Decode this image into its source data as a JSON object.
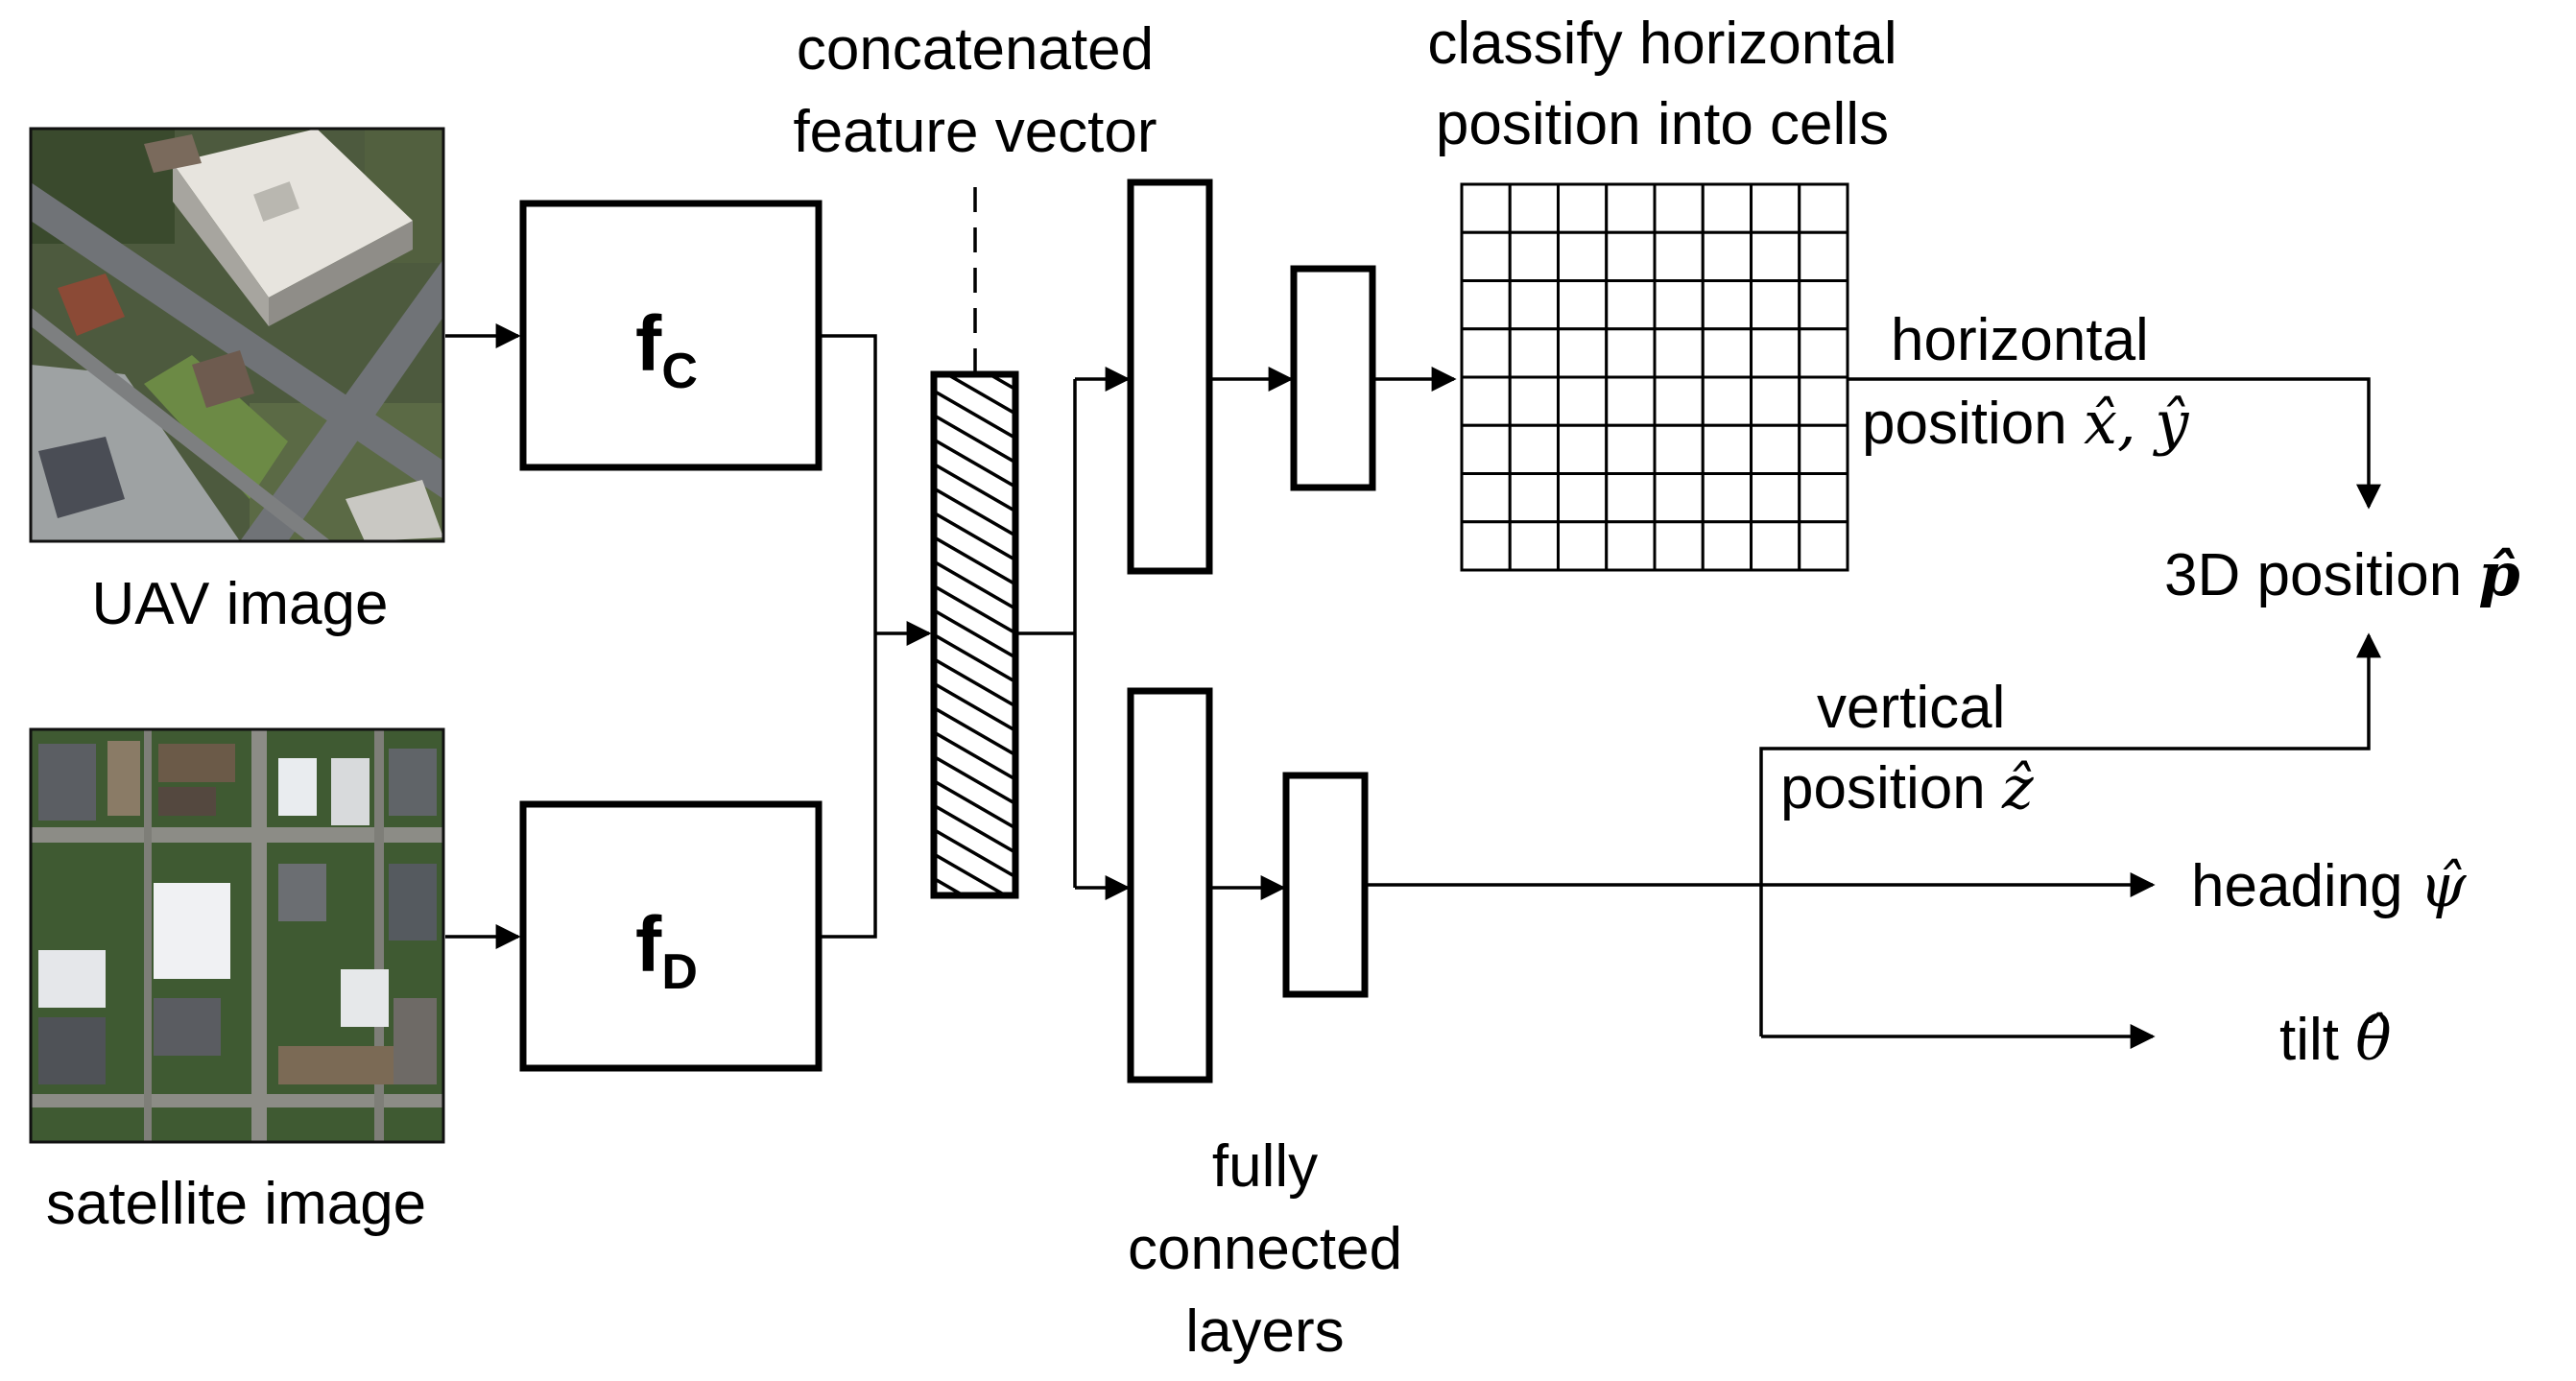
{
  "inputs": {
    "uav_label": "UAV image",
    "satellite_label": "satellite image"
  },
  "encoders": {
    "fc_main": "f",
    "fc_sub": "C",
    "fd_main": "f",
    "fd_sub": "D"
  },
  "concat": {
    "line1": "concatenated",
    "line2": "feature vector"
  },
  "fc_layers": {
    "line1": "fully",
    "line2": "connected",
    "line3": "layers"
  },
  "grid": {
    "title_line1": "classify horizontal",
    "title_line2": "position into cells",
    "cols": 8,
    "rows": 8
  },
  "outputs": {
    "horizontal_line1": "horizontal",
    "horizontal_line2": "position ",
    "horizontal_math": "x̂, ŷ",
    "vertical_line1": "vertical",
    "vertical_line2": "position ",
    "vertical_math": "ẑ",
    "position3d": "3D position ",
    "position3d_math": "p̂",
    "heading": "heading ",
    "heading_math": "ψ̂",
    "tilt": "tilt ",
    "tilt_math": "θ̂"
  },
  "colors": {
    "line": "#000000",
    "background": "#ffffff",
    "uav_road": "#6f7275",
    "uav_building": "#e9e6e1",
    "sat_green": "#3f5a32",
    "sat_road": "#8c8c86"
  }
}
